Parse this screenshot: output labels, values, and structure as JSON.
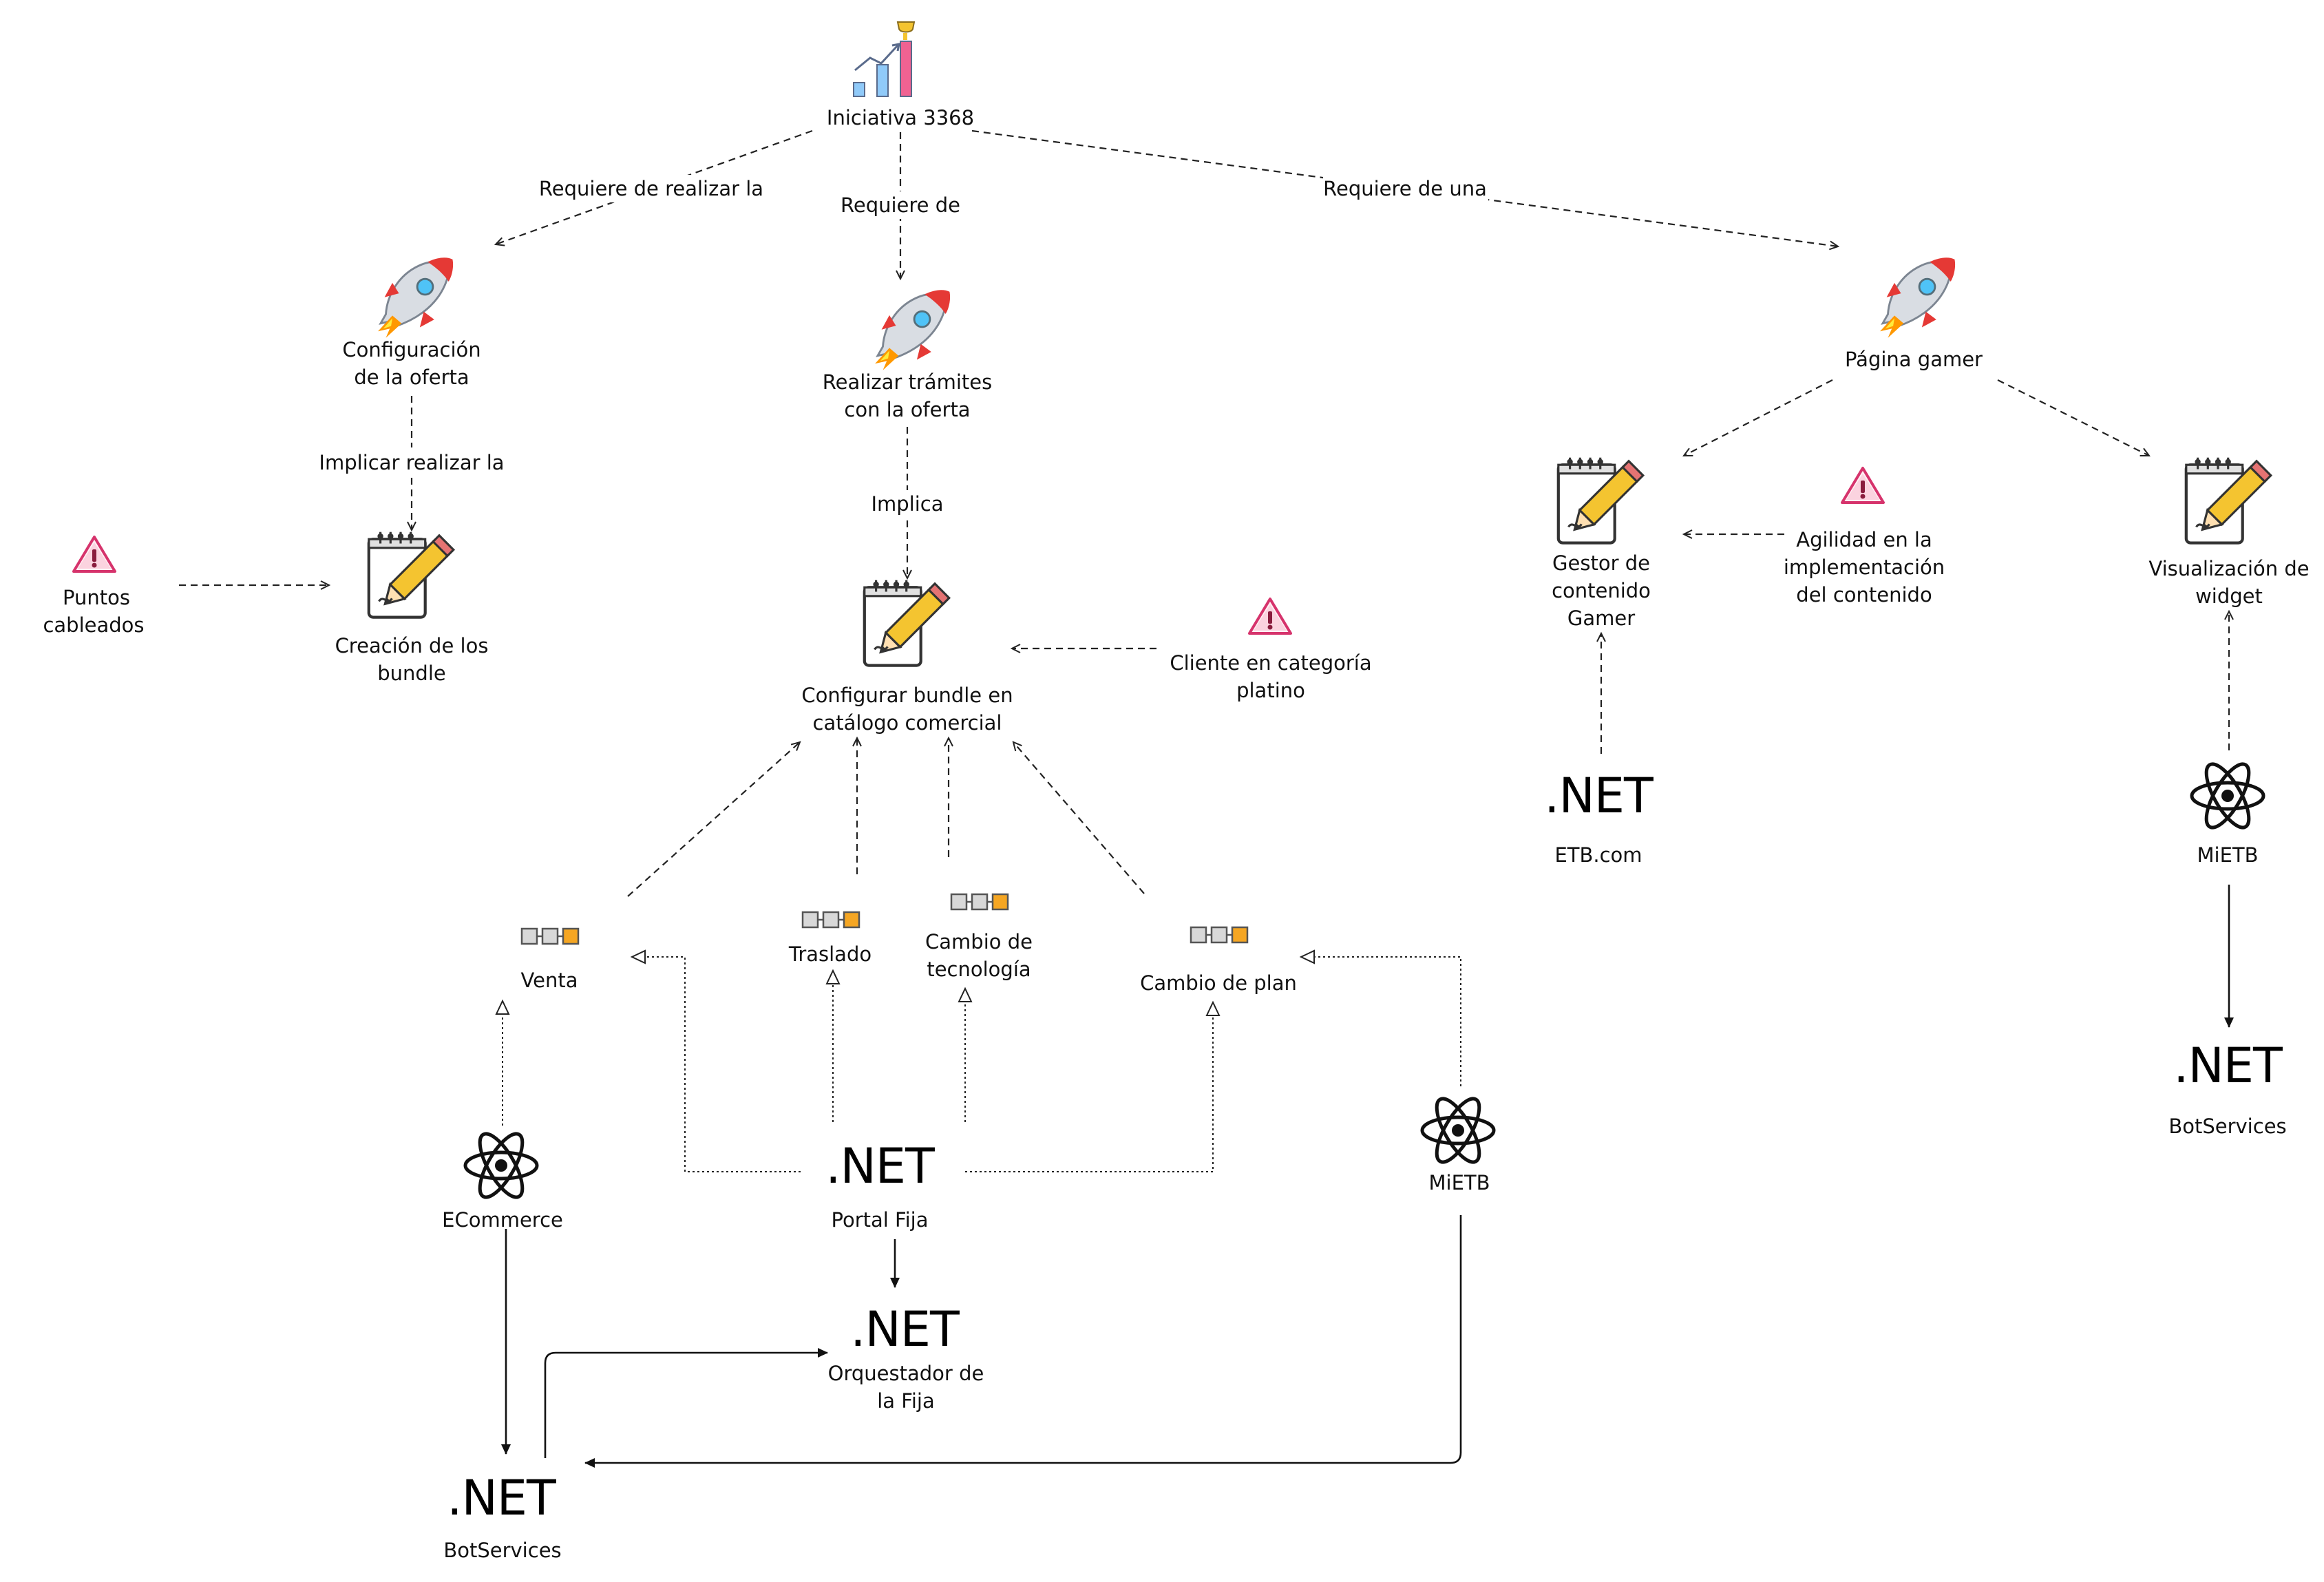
{
  "diagram": {
    "initiative": {
      "label": "Iniciativa 3368",
      "icon": "trophy-chart-icon"
    },
    "edges": {
      "req_realizar_la": "Requiere de realizar la",
      "req_de": "Requiere de",
      "req_de_una": "Requiere de una",
      "implicar_realizar_la": "Implicar realizar la",
      "implica": "Implica"
    },
    "features": {
      "config_oferta": [
        "Configuración",
        "de la oferta"
      ],
      "realizar_tramites": [
        "Realizar trámites",
        "con la oferta"
      ],
      "pagina_gamer": [
        "Página gamer"
      ]
    },
    "stories": {
      "creacion_bundle": [
        "Creación de los",
        "bundle"
      ],
      "configurar_bundle": [
        "Configurar bundle en",
        "catálogo comercial"
      ],
      "gestor_contenido": [
        "Gestor de",
        "contenido",
        "Gamer"
      ],
      "visualizacion_widget": [
        "Visualización de",
        "widget"
      ]
    },
    "risks": {
      "puntos_cableados": [
        "Puntos",
        "cableados"
      ],
      "cliente_platino": [
        "Cliente en categoría",
        "platino"
      ],
      "agilidad": [
        "Agilidad en la",
        "implementación",
        "del contenido"
      ]
    },
    "processes": {
      "venta": [
        "Venta"
      ],
      "traslado": [
        "Traslado"
      ],
      "cambio_tecnologia": [
        "Cambio de",
        "tecnología"
      ],
      "cambio_plan": [
        "Cambio de plan"
      ]
    },
    "systems": {
      "net_word": ".NET",
      "ecommerce": "ECommerce",
      "portal_fija": "Portal Fija",
      "orquestador": [
        "Orquestador de",
        "la Fija"
      ],
      "botservices_left": "BotServices",
      "mietb_center": "MiETB",
      "etb_com": "ETB.com",
      "mietb_right": "MiETB",
      "botservices_right": "BotServices"
    },
    "colors": {
      "rocket_body": "#d9dde3",
      "rocket_nose": "#e53935",
      "rocket_flame": "#ff9800",
      "warning": "#d6336c",
      "pencil": "#f4c430",
      "process_box": "#d8d8d8",
      "process_box_accent": "#f5a623",
      "chart_pink": "#f06292",
      "chart_blue": "#90caf9"
    }
  }
}
